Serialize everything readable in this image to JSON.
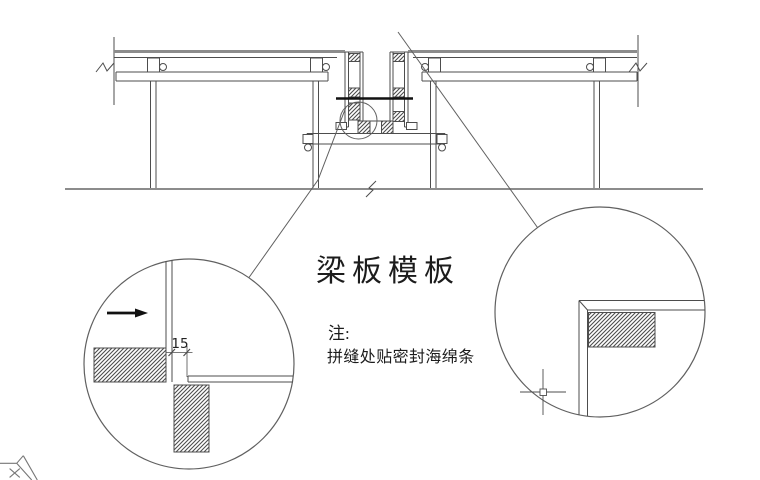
{
  "drawing": {
    "title": "梁板模板",
    "note": {
      "label": "注:",
      "text": "拼缝处贴密封海绵条"
    },
    "detail": {
      "gap_dimension": "15"
    },
    "colors": {
      "thin_line": "#4d4d4d",
      "thick_gray_line": "#8c8c8c",
      "emphasis_black": "#111111",
      "circle_line": "#606060",
      "text": "#1c1c1c"
    },
    "icons": {
      "flow_arrow": "right-arrow",
      "crosshair": "cad-point-marker",
      "corner_marker": "sheet-corner-arrow"
    }
  }
}
